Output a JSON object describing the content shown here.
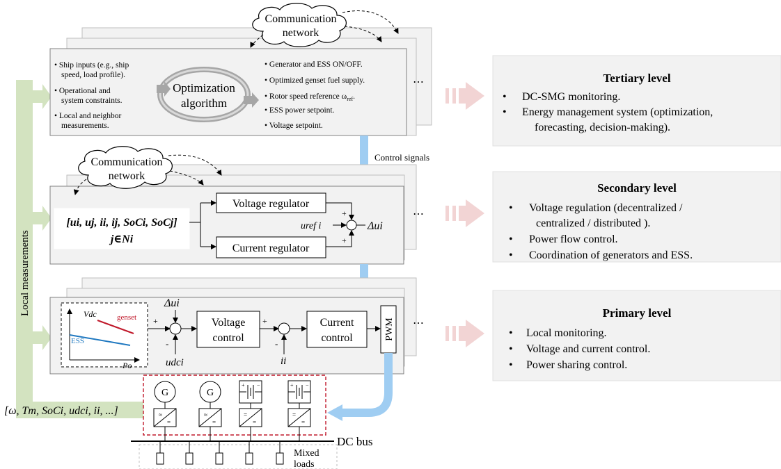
{
  "tertiary_box": {
    "inputs": [
      "• Ship inputs (e.g., ship",
      "speed, load profile).",
      "• Operational and",
      "system constraints.",
      "• Local and neighbor",
      "measurements."
    ],
    "algorithm": [
      "Optimization",
      "algorithm"
    ],
    "outputs": [
      "• Generator and ESS ON/OFF.",
      "• Optimized genset fuel supply.",
      "• Rotor speed reference ω",
      "ref",
      ".",
      "• ESS power setpoint.",
      "• Voltage setpoint."
    ]
  },
  "comm_network_1": [
    "Communication",
    "network"
  ],
  "comm_network_2": [
    "Communication",
    "network"
  ],
  "control_signals": "Control signals",
  "ellipsis": "⋯",
  "secondary_box": {
    "state_vector_1": "[u",
    "state_vector_full": "[ui, uj, ii, ij, SoCi, SoCj]",
    "neighbor_set": "j∈Ni",
    "voltage_regulator": "Voltage regulator",
    "current_regulator": "Current regulator",
    "u_ref": "uref i",
    "delta_u": "Δui",
    "plus": "+"
  },
  "primary_box": {
    "droop_v": "Vdc",
    "droop_p": "Po",
    "genset": "genset",
    "ess": "ESS",
    "delta_u": "Δui",
    "voltage_control": [
      "Voltage",
      "control"
    ],
    "current_control": [
      "Current",
      "control"
    ],
    "u_dc": "udci",
    "i_i": "ii",
    "pwm": "PWM",
    "plus": "+",
    "minus": "-"
  },
  "local_measurements": "Local measurements",
  "measurement_vector": "[ω, Tm, SoCi, udci, ii, ...]",
  "sources": [
    "G",
    "G"
  ],
  "dc_bus": "DC bus",
  "mixed_loads": [
    "Mixed",
    "loads"
  ],
  "levels": {
    "tertiary": {
      "title": "Tertiary level",
      "items": [
        "DC-SMG monitoring.",
        "Energy management system (optimization,",
        "forecasting, decision-making)."
      ]
    },
    "secondary": {
      "title": "Secondary level",
      "items": [
        "Voltage regulation (decentralized /",
        "centralized / distributed ).",
        "Power flow control.",
        "Coordination of generators and ESS."
      ]
    },
    "primary": {
      "title": "Primary level",
      "items": [
        "Local monitoring.",
        "Voltage and current control.",
        "Power sharing control."
      ]
    }
  },
  "colors": {
    "green_arrow": "#d3e3c0",
    "blue_arrow": "#9fcdf2",
    "pink_arrow": "#f2d4d4",
    "genset_line": "#c0182a",
    "ess_line": "#1f78c0",
    "dashed_red": "#c0182a"
  }
}
